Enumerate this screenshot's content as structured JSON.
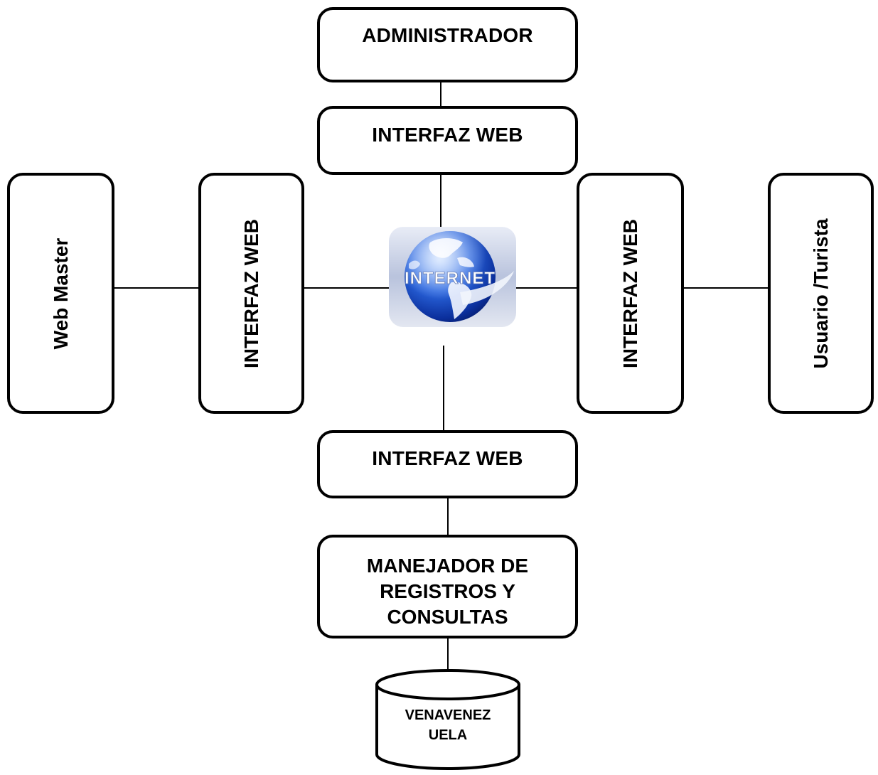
{
  "top": {
    "administrador": "ADMINISTRADOR",
    "interfaz": "INTERFAZ WEB"
  },
  "left": {
    "webmaster": "Web Master",
    "interfaz": "INTERFAZ WEB"
  },
  "right": {
    "interfaz": "INTERFAZ WEB",
    "usuario": "Usuario /Turista"
  },
  "center": {
    "internet_label": "INTERNET",
    "icon": "globe-icon"
  },
  "bottom": {
    "interfaz": "INTERFAZ WEB",
    "manejador_lines": [
      "MANEJADOR DE",
      "REGISTROS Y",
      "CONSULTAS"
    ],
    "database_lines": [
      "VENAVENEZ",
      "UELA"
    ]
  }
}
